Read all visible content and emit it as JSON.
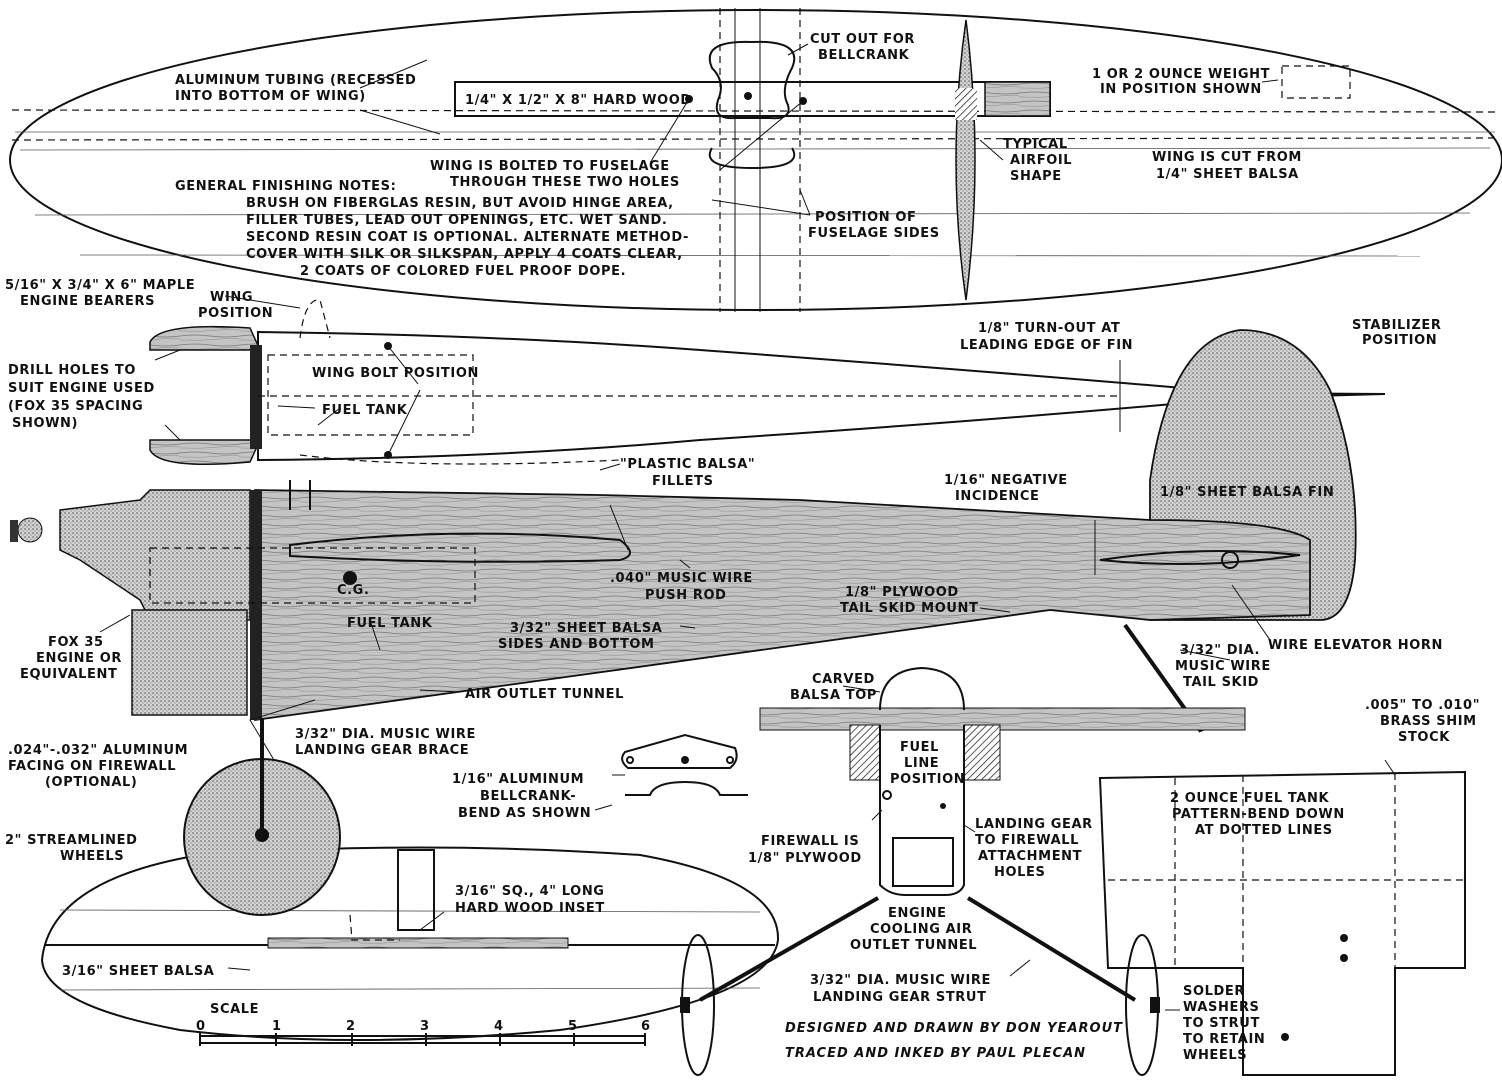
{
  "colors": {
    "ink": "#111111",
    "paper": "#ffffff",
    "shade": "#bdbdbd"
  },
  "wing": {
    "aluminum_tubing": [
      "ALUMINUM TUBING (RECESSED",
      "INTO BOTTOM OF WING)"
    ],
    "hardwood": "1/4\" X 1/2\" X 8\" HARD WOOD",
    "cutout": [
      "CUT OUT FOR",
      "BELLCRANK"
    ],
    "weight": [
      "1 OR 2 OUNCE WEIGHT",
      "IN POSITION SHOWN"
    ],
    "airfoil": [
      "TYPICAL",
      "AIRFOIL",
      "SHAPE"
    ],
    "sheet": [
      "WING IS CUT FROM",
      "1/4\" SHEET BALSA"
    ],
    "bolted": [
      "WING IS BOLTED TO FUSELAGE",
      "THROUGH THESE TWO HOLES"
    ],
    "position": [
      "POSITION OF",
      "FUSELAGE SIDES"
    ],
    "notes": [
      "GENERAL FINISHING NOTES:",
      "BRUSH ON FIBERGLAS RESIN, BUT AVOID HINGE AREA,",
      "FILLER TUBES, LEAD OUT OPENINGS, ETC. WET SAND.",
      "SECOND RESIN COAT IS OPTIONAL. ALTERNATE METHOD-",
      "COVER WITH SILK OR SILKSPAN, APPLY 4 COATS CLEAR,",
      "2 COATS OF COLORED FUEL PROOF DOPE."
    ]
  },
  "top": {
    "bearers": [
      "5/16\" X 3/4\" X 6\" MAPLE",
      "ENGINE BEARERS"
    ],
    "wing_position": [
      "WING",
      "POSITION"
    ],
    "drill": [
      "DRILL HOLES TO",
      "SUIT ENGINE USED",
      "(FOX 35 SPACING",
      "SHOWN)"
    ],
    "wing_bolt": "WING BOLT POSITION",
    "fuel_tank": "FUEL TANK",
    "fillets": [
      "\"PLASTIC BALSA\"",
      "FILLETS"
    ],
    "turnout": [
      "1/8\" TURN-OUT AT",
      "LEADING EDGE OF FIN"
    ],
    "stabilizer": [
      "STABILIZER",
      "POSITION"
    ]
  },
  "side": {
    "incidence": [
      "1/16\" NEGATIVE",
      "INCIDENCE"
    ],
    "fin": "1/8\" SHEET BALSA FIN",
    "cg": "C.G.",
    "pushrod": [
      ".040\" MUSIC WIRE",
      "PUSH ROD"
    ],
    "skid_mount": [
      "1/8\" PLYWOOD",
      "TAIL SKID MOUNT"
    ],
    "fuel_tank": "FUEL TANK",
    "sides": [
      "3/32\" SHEET BALSA",
      "SIDES AND BOTTOM"
    ],
    "elevator_horn": "WIRE ELEVATOR HORN",
    "engine": [
      "FOX 35",
      "ENGINE OR",
      "EQUIVALENT"
    ],
    "air_outlet": "AIR OUTLET TUNNEL",
    "tail_skid": [
      "3/32\" DIA.",
      "MUSIC WIRE",
      "TAIL SKID"
    ],
    "gear_brace": [
      "3/32\" DIA. MUSIC WIRE",
      "LANDING GEAR BRACE"
    ],
    "facing": [
      ".024\"-.032\" ALUMINUM",
      "FACING ON FIREWALL",
      "(OPTIONAL)"
    ],
    "wheels": [
      "2\" STREAMLINED",
      "WHEELS"
    ]
  },
  "bellcrank": [
    "1/16\" ALUMINUM",
    "BELLCRANK-",
    "BEND AS SHOWN"
  ],
  "stab": {
    "inset": [
      "3/16\" SQ., 4\" LONG",
      "HARD WOOD INSET"
    ],
    "sheet": "3/16\" SHEET BALSA",
    "scale_title": "SCALE",
    "scale_ticks": [
      "0",
      "1",
      "2",
      "3",
      "4",
      "5",
      "6"
    ]
  },
  "front": {
    "carved": [
      "CARVED",
      "BALSA TOP"
    ],
    "fuel_line": [
      "FUEL",
      "LINE",
      "POSITION"
    ],
    "firewall": [
      "FIREWALL IS",
      "1/8\" PLYWOOD"
    ],
    "gear_attach": [
      "LANDING GEAR",
      "TO FIREWALL",
      "ATTACHMENT",
      "HOLES"
    ],
    "cooling": [
      "ENGINE",
      "COOLING AIR",
      "OUTLET TUNNEL"
    ],
    "strut": [
      "3/32\" DIA. MUSIC WIRE",
      "LANDING GEAR STRUT"
    ]
  },
  "tank": {
    "shim": [
      ".005\" TO .010\"",
      "BRASS SHIM",
      "STOCK"
    ],
    "pattern": [
      "2 OUNCE FUEL TANK",
      "PATTERN-BEND DOWN",
      "AT DOTTED LINES"
    ],
    "solder": [
      "SOLDER",
      "WASHERS",
      "TO STRUT",
      "TO RETAIN",
      "WHEELS"
    ]
  },
  "credits": [
    "DESIGNED AND DRAWN BY DON YEAROUT",
    "TRACED AND INKED BY PAUL PLECAN"
  ]
}
